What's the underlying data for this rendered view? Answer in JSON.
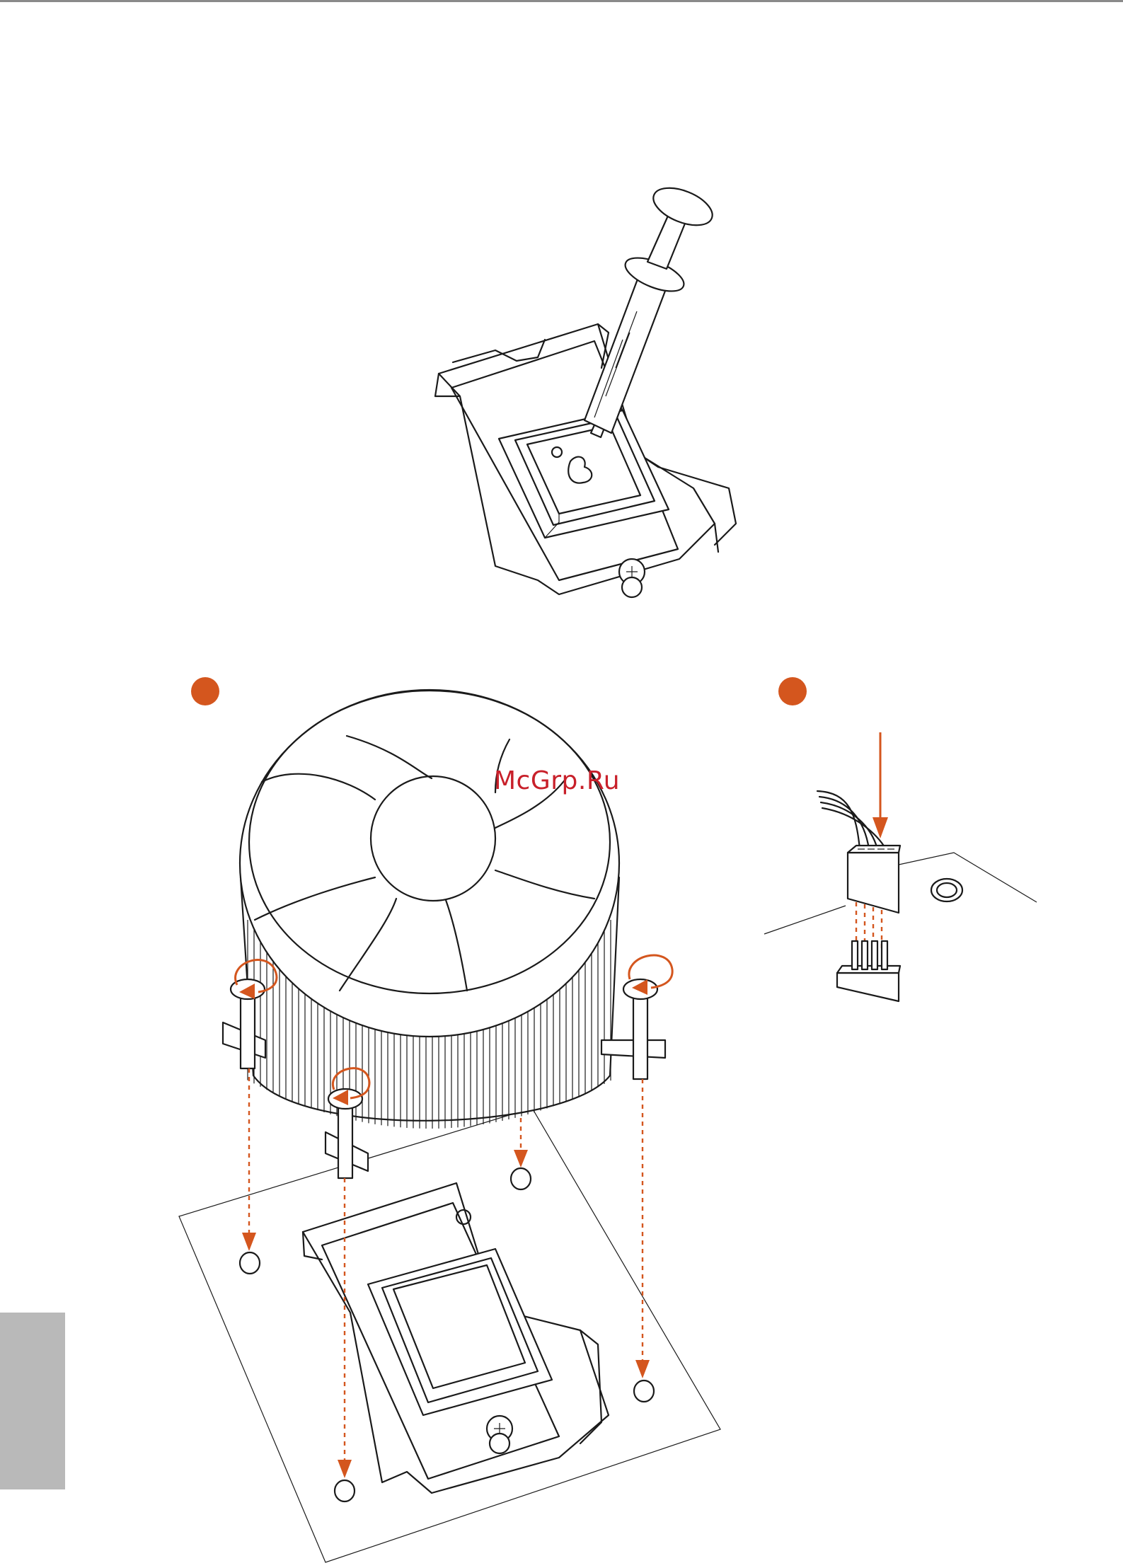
{
  "watermark": {
    "text": "McGrp.Ru"
  },
  "colors": {
    "accent": "#d4561e",
    "watermark": "#c8202a",
    "side_tab": "#b9b9b9",
    "rule": "#8a8a8a"
  },
  "figures": [
    {
      "name": "thermal-paste-application",
      "icon": "syringe-on-cpu-socket"
    },
    {
      "name": "cooler-installation",
      "icon": "fan-heatsink-push-pins"
    },
    {
      "name": "fan-header-connection",
      "icon": "4-pin-fan-connector"
    }
  ]
}
